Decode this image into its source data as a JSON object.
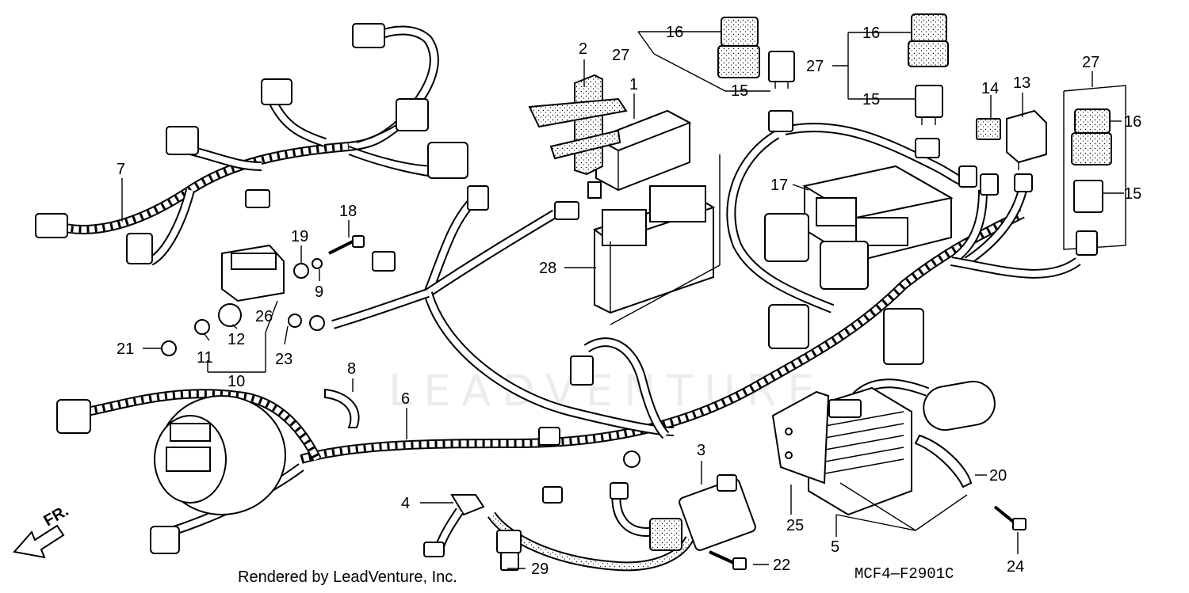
{
  "callouts": [
    "1",
    "2",
    "3",
    "4",
    "5",
    "6",
    "7",
    "8",
    "9",
    "10",
    "11",
    "12",
    "13",
    "14",
    "15",
    "16",
    "17",
    "18",
    "19",
    "20",
    "21",
    "22",
    "23",
    "24",
    "25",
    "26",
    "27",
    "28",
    "29"
  ],
  "figure_code": "MCF4—F2901C",
  "credit": "Rendered by LeadVenture, Inc.",
  "watermark": "LEADVENTURE",
  "direction_label": "FR."
}
